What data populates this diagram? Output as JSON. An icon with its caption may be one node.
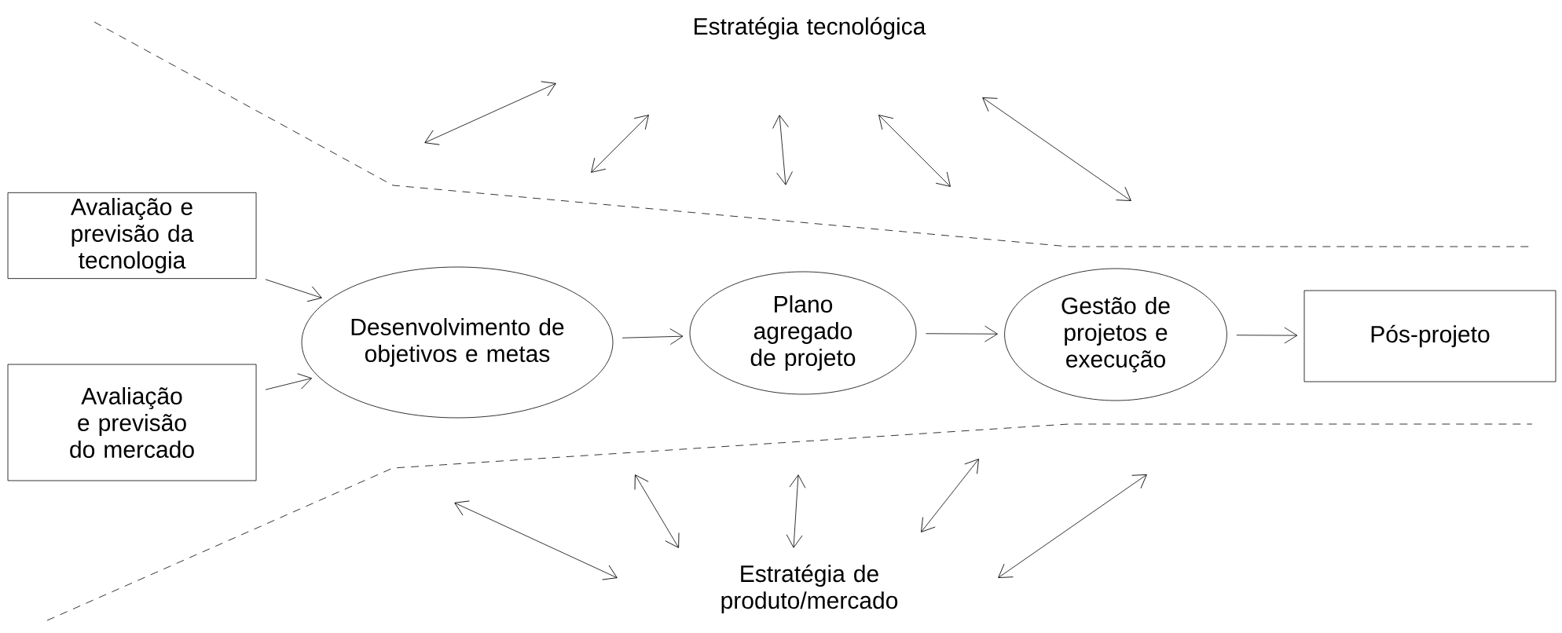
{
  "diagram": {
    "nodes": [
      {
        "text": [
          "Estratégia tecnológica"
        ]
      },
      {
        "text": [
          "Avaliação e previsão da tecnologia"
        ]
      },
      {
        "text": [
          "Avaliação e previsão do mercado"
        ]
      },
      {
        "text": [
          "Desenvolvimento de objetivos e metas"
        ]
      },
      {
        "text": [
          "Plano agregado de projeto"
        ]
      },
      {
        "text": [
          "Gestão de projetos e execução"
        ]
      },
      {
        "text": [
          "Pós-projeto"
        ]
      },
      {
        "text": [
          "Estratégia de produto/mercado"
        ]
      }
    ],
    "edges": [
      {
        "from": 1,
        "to": 3,
        "arrow": "to"
      },
      {
        "from": 2,
        "to": 3,
        "arrow": "to"
      },
      {
        "from": 3,
        "to": 4,
        "arrow": "to"
      },
      {
        "from": 4,
        "to": 5,
        "arrow": "to"
      },
      {
        "from": 5,
        "to": 6,
        "arrow": "to"
      }
    ]
  }
}
